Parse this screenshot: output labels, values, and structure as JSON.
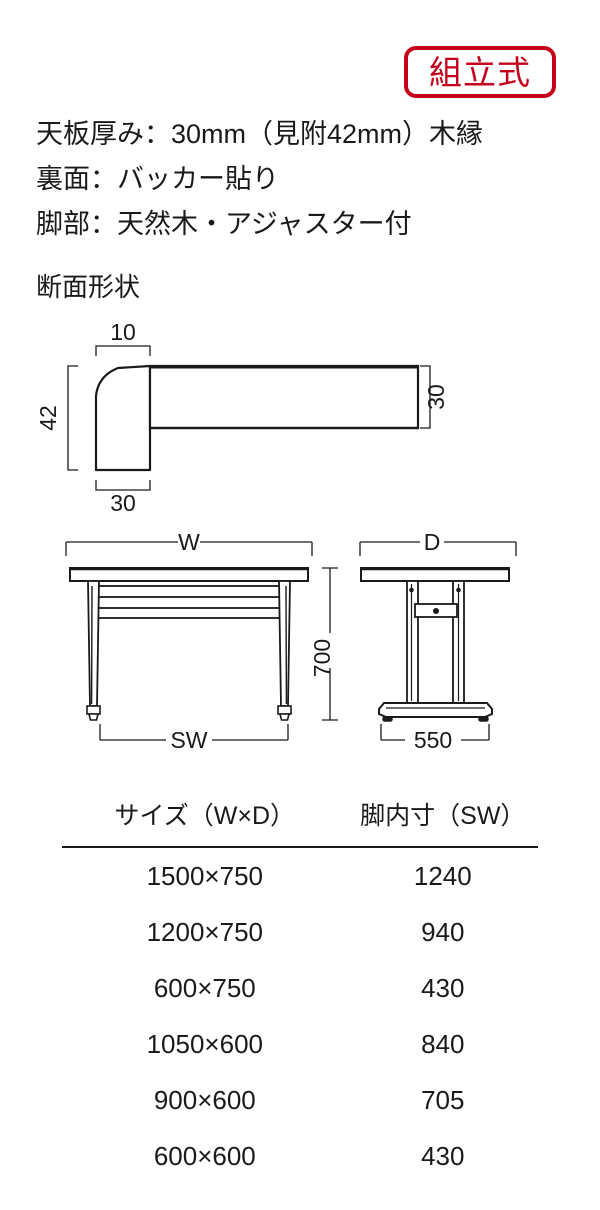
{
  "badge": {
    "label": "組立式",
    "color": "#c4001a"
  },
  "specs": {
    "lines": [
      "天板厚み：30mm（見附42mm）木縁",
      "裏面：バッカー貼り",
      "脚部：天然木・アジャスター付"
    ]
  },
  "section": {
    "heading": "断面形状"
  },
  "cross_section": {
    "top_width": "10",
    "edge_height": "42",
    "bottom_width": "30",
    "panel_thickness": "30"
  },
  "elevation": {
    "front": {
      "width_label": "W",
      "leg_inner_label": "SW"
    },
    "side": {
      "depth_label": "D",
      "base_width": "550"
    },
    "height": "700"
  },
  "size_table": {
    "headers": [
      "サイズ（W×D）",
      "脚内寸（SW）"
    ],
    "rows": [
      {
        "size": "1500×750",
        "sw": "1240"
      },
      {
        "size": "1200×750",
        "sw": "940"
      },
      {
        "size": "600×750",
        "sw": "430"
      },
      {
        "size": "1050×600",
        "sw": "840"
      },
      {
        "size": "900×600",
        "sw": "705"
      },
      {
        "size": "600×600",
        "sw": "430"
      }
    ]
  }
}
